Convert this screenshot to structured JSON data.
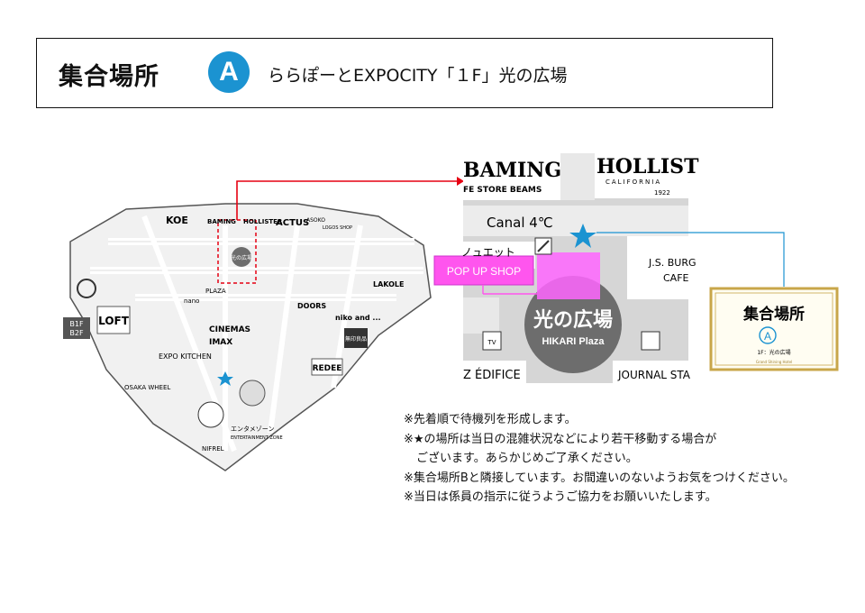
{
  "header": {
    "title": "集合場所",
    "badge": "A",
    "subtitle": "ららぽーとEXPOCITY「１F」光の広場"
  },
  "colors": {
    "badge": "#1b93d1",
    "marker_star": "#1b93d1",
    "route_line": "#e60012",
    "popup": "#ff66ff",
    "plaza": "#6d6d6d",
    "card_border": "#c8a64a"
  },
  "floor_map": {
    "shops": [
      "KOE",
      "BAMING",
      "HOLLISTER",
      "ACTUS",
      "ASOKO",
      "LOGOS SHOP",
      "PLAZA",
      "nano",
      "DOORS",
      "niko and ...",
      "無印良品",
      "REDEE",
      "LOFT",
      "LAKOLE",
      "IMAX",
      "CINEMAS",
      "EXPO KITCHEN",
      "OSAKA WHEEL",
      "NIFREL",
      "エンタメゾーン",
      "ENTERTAINMENT ZONE"
    ],
    "plaza_label": "光の広場",
    "floor_b1": "B1F",
    "floor_b2": "B2F"
  },
  "detail_map": {
    "baming": "BAMING",
    "beams": "FE STORE BEAMS",
    "hollister": "HOLLIST",
    "hollister_sub": "CALIFORNIA",
    "hollister_year": "1922",
    "canal": "Canal 4℃",
    "silhouette": "ノュエット",
    "popup": "POP UP SHOP",
    "jsburger": "J.S. BURG",
    "cafe": "CAFE",
    "plaza_jp": "光の広場",
    "plaza_en": "HIKARI Plaza",
    "edifice": "Z ÉDIFICE",
    "journal": "JOURNAL STA"
  },
  "sign_card": {
    "title": "集合場所",
    "badge": "A",
    "caption": "1F：光の広場",
    "footer": "Grand Shining Hotel"
  },
  "notes": [
    "※先着順で待機列を形成します。",
    "※★の場所は当日の混雑状況などにより若干移動する場合が",
    "ございます。あらかじめご了承ください。",
    "※集合場所Bと隣接しています。お間違いのないようお気をつけください。",
    "※当日は係員の指示に従うようご協力をお願いいたします。"
  ]
}
